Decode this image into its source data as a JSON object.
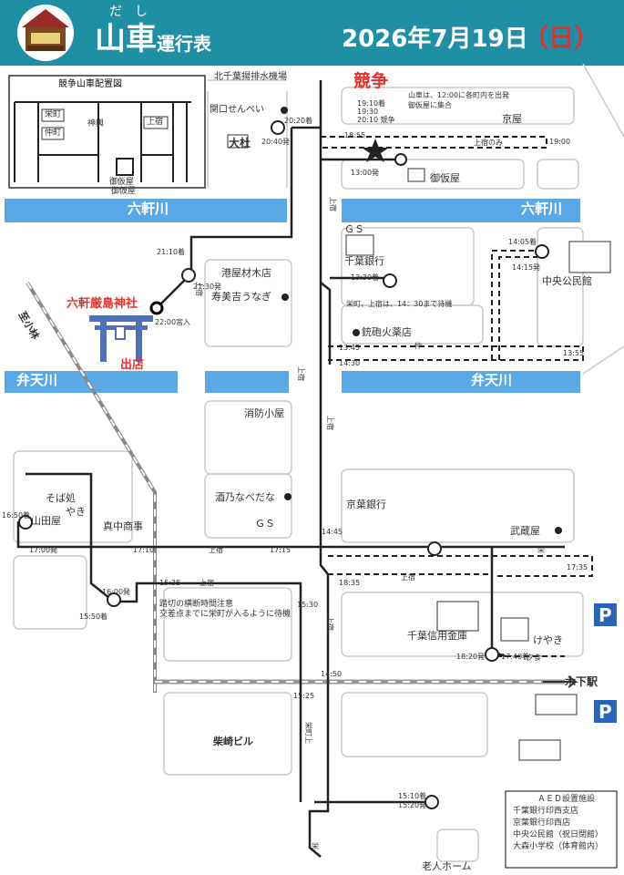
{
  "header": {
    "ruby": "だし",
    "title": "山車",
    "subtitle": "運行表",
    "date": "2026年7月19日",
    "weekday": "（日）"
  },
  "icons": {
    "parking": "P"
  },
  "inset": {
    "title": "競争山車配置図",
    "sakae": "栄町",
    "naka": "仲町",
    "mikoshi": "神輿",
    "kami": "上宿",
    "okariya": "御仮屋"
  },
  "rivers": {
    "rokken": "六軒川",
    "benten": "弁天川"
  },
  "race": {
    "label": "競争",
    "note1": "山車は、12:00に各町内を出発",
    "note2": "御仮屋に集合",
    "t1": "19:10着",
    "t2": "19:30",
    "t3": "20:10 競争"
  },
  "places": {
    "p1": "北千葉揚排水機場",
    "p2": "関口せんべい",
    "p3": "大杜",
    "p4": "京屋",
    "p5": "御仮屋",
    "p6": "ＧＳ",
    "p7": "千葉銀行",
    "p8": "中央公民館",
    "p9": "港屋材木店",
    "p10": "寿美吉うなぎ",
    "p11": "銃砲火薬店",
    "p12": "消防小屋",
    "p13": "酒乃なべだな",
    "p14": "京葉銀行",
    "p15": "ＧＳ",
    "p16": "武蔵屋",
    "p17": "そば処",
    "p18": "やき",
    "p19": "山田屋",
    "p20": "真中商事",
    "p21": "千葉信用金庫",
    "p22": "けやき",
    "p23": "柴崎ビル",
    "p24": "老人ホーム",
    "p25": "木下駅",
    "p26": "至小林",
    "p27": "御仮屋"
  },
  "shrine": {
    "name": "六軒厳島神社",
    "stall": "出店"
  },
  "notes": {
    "n1": "栄町、上宿は、14：30まで待機",
    "n2": "踏切の横断時間注意",
    "n3": "交差点までに栄町が入るように待機",
    "n4": "上宿のみ",
    "n5": "夕食"
  },
  "times": {
    "t1": "20:20着",
    "t2": "20:40発",
    "t3": "18:55",
    "t4": "19:00",
    "t5": "13:00発",
    "t6": "21:10着",
    "t7": "21:30発",
    "t8": "22:00宮入",
    "t9": "13:30着",
    "t10": "14:05着",
    "t11": "14:15発",
    "t12": "13:45",
    "t13": "14:30",
    "t14": "13:55",
    "t15": "16:50着",
    "t16": "17:00発",
    "t17": "17:10",
    "t18": "17:15",
    "t19": "14:45",
    "t20": "18:35",
    "t21": "17:35",
    "t22": "15:35",
    "t23": "16:00発",
    "t24": "15:50着",
    "t25": "15:30",
    "t26": "18:20発",
    "t27": "17:40着",
    "t28": "14:50",
    "t29": "15:25",
    "t30": "15:10着",
    "t31": "15:20発"
  },
  "streets": {
    "kami": "上宿",
    "naka": "仲",
    "sakae": "栄",
    "sakaekami": "栄町上"
  },
  "aed": {
    "title": "ＡＥＤ設置施設",
    "items": [
      "千葉銀行印西支店",
      "京葉銀行印西店",
      "中央公民館（祝日閉館）",
      "大森小学校（体育館内）"
    ]
  }
}
